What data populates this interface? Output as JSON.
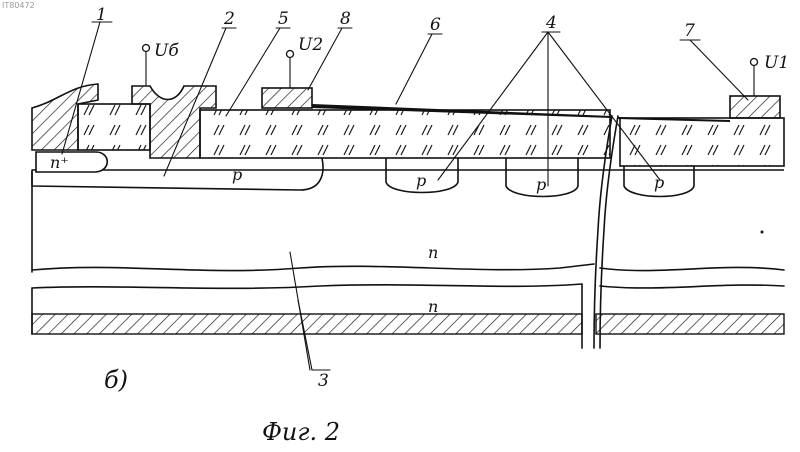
{
  "watermark": "IT80472",
  "caption": "Фиг. 2",
  "sublabel": "б)",
  "callouts": {
    "n1": "1",
    "n2": "2",
    "n3": "3",
    "n4": "4",
    "n5": "5",
    "n6": "6",
    "n7": "7",
    "n8": "8"
  },
  "terminals": {
    "ub": "Uб",
    "u2": "U2",
    "u1": "U1"
  },
  "regions": {
    "n_plus": "n⁺",
    "p_base": "p",
    "p_ring_1": "p",
    "p_ring_2": "p",
    "p_ring_3": "p",
    "n_drift": "n",
    "n_lower": "n"
  }
}
